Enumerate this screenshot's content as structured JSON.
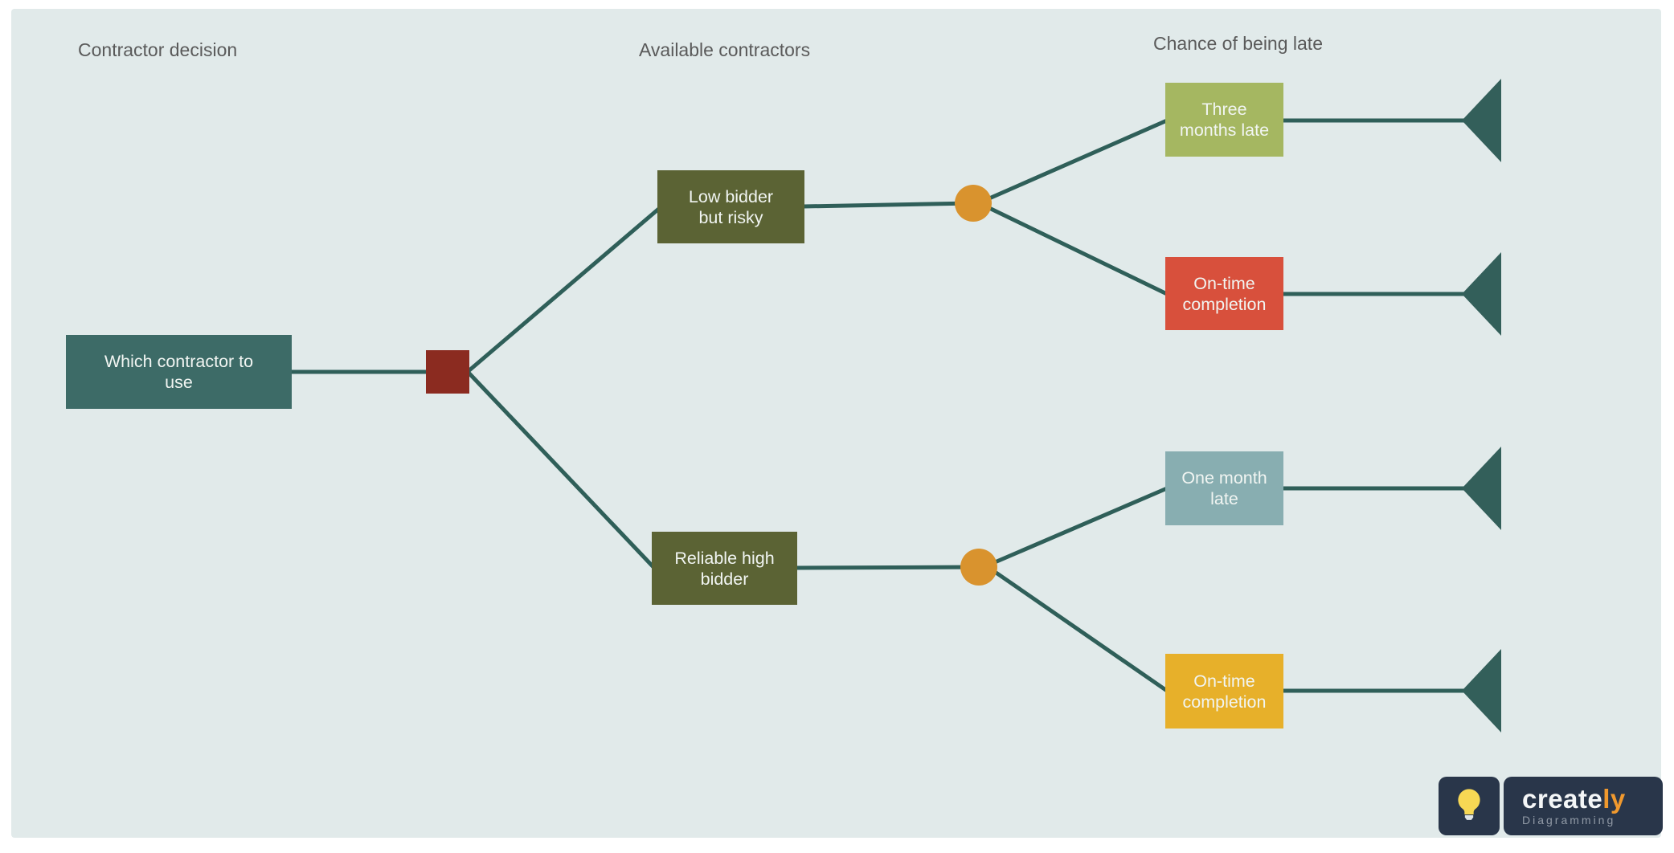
{
  "headers": {
    "col1": "Contractor decision",
    "col2": "Available contractors",
    "col3": "Chance of being late"
  },
  "nodes": {
    "root": {
      "label": "Which contractor to\nuse",
      "color": "#3d6b67"
    },
    "decision": {
      "color": "#8b2b20"
    },
    "option_top": {
      "label": "Low bidder\nbut risky",
      "color": "#5b6334"
    },
    "option_bottom": {
      "label": "Reliable high\nbidder",
      "color": "#5b6334"
    },
    "chance_top": {
      "color": "#d9932e"
    },
    "chance_bottom": {
      "color": "#d9932e"
    },
    "outcome_top_1": {
      "label": "Three\nmonths late",
      "color": "#a5b761"
    },
    "outcome_top_2": {
      "label": "On-time\ncompletion",
      "color": "#d8503c"
    },
    "outcome_bottom_1": {
      "label": "One month\nlate",
      "color": "#88aeb1"
    },
    "outcome_bottom_2": {
      "label": "On-time\ncompletion",
      "color": "#e7b02a"
    }
  },
  "style": {
    "canvas_background": "#e1eaea",
    "page_background": "#ffffff",
    "connector_color": "#2f5f59",
    "terminal_color": "#335f5a",
    "header_text_color": "#5a5a5a",
    "node_text_color": "#f1f5f2"
  },
  "branding": {
    "brand_first": "create",
    "brand_last": "ly",
    "tagline": "Diagramming",
    "background": "#29364a",
    "accent": "#f0992e",
    "bulb_color": "#f7d854"
  }
}
